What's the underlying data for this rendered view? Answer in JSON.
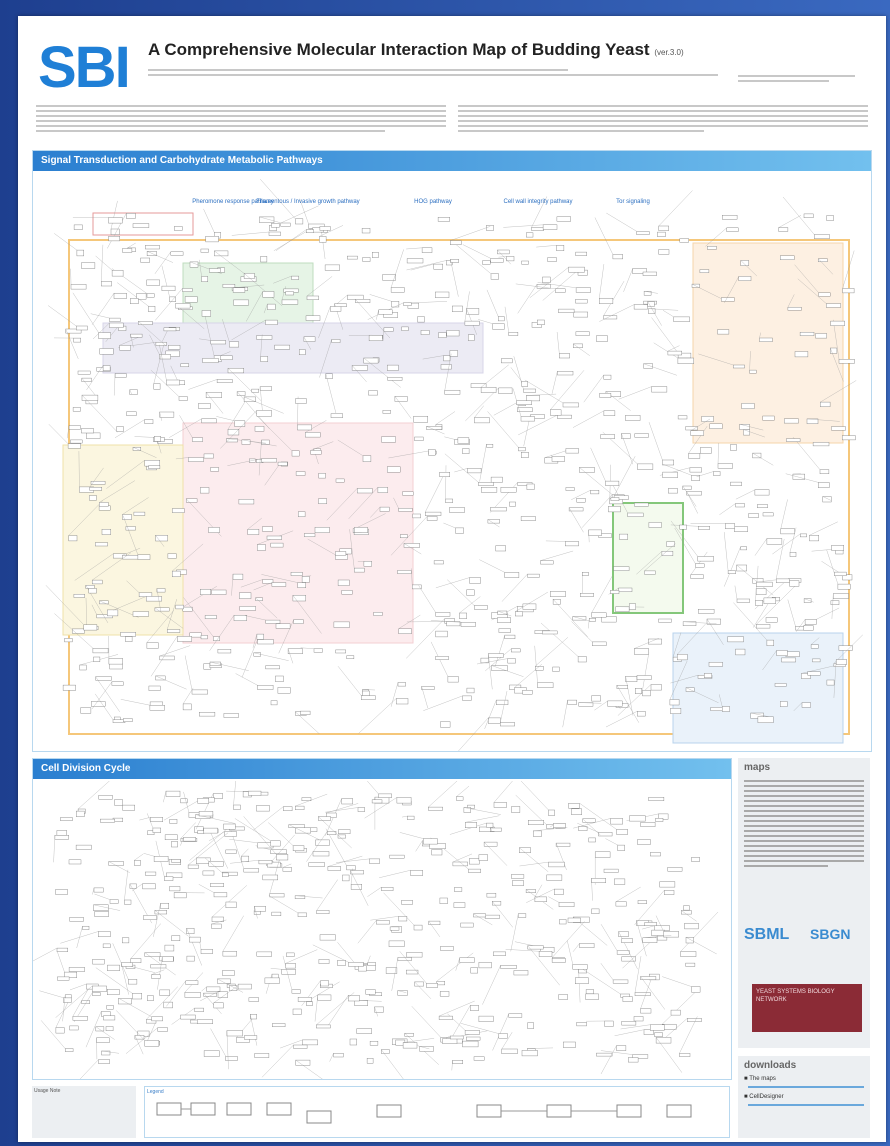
{
  "poster": {
    "logo": "SBI",
    "title": "A Comprehensive Molecular Interaction Map of Budding Yeast",
    "version": "(ver.3.0)"
  },
  "section_a": {
    "title": "Signal Transduction and Carbohydrate Metabolic Pathways",
    "pathways": [
      "Pheromone response pathway",
      "Filamentous / Invasive growth pathway",
      "HOG pathway",
      "Cell wall integrity pathway",
      "Tor signaling"
    ]
  },
  "section_b": {
    "title": "Cell Division Cycle"
  },
  "sidebar": {
    "maps_title": "maps",
    "sbml": "SBML",
    "sbgn": "SBGN",
    "ysbn": "YEAST SYSTEMS BIOLOGY NETWORK",
    "downloads_title": "downloads",
    "downloads": [
      "The maps",
      "CellDesigner"
    ]
  },
  "legend": {
    "usage_title": "Usage Note",
    "legend_title": "Legend"
  },
  "colors": {
    "logo": "#1f7fd6",
    "header_bar": "#2b7fd0",
    "background": "#2f56a8"
  }
}
